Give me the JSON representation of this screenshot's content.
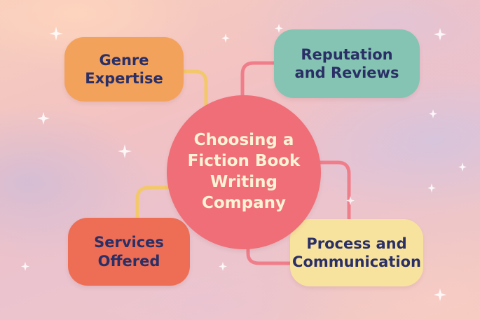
{
  "diagram": {
    "center": {
      "label": "Choosing a\nFiction Book\nWriting\nCompany"
    },
    "nodes": [
      {
        "id": "genre",
        "label": "Genre\nExpertise"
      },
      {
        "id": "reputation",
        "label": "Reputation\nand Reviews"
      },
      {
        "id": "services",
        "label": "Services\nOffered"
      },
      {
        "id": "process",
        "label": "Process and\nCommunication"
      }
    ]
  },
  "colors": {
    "center_fill": "#ef6e77",
    "center_text": "#fff3d6",
    "genre_fill": "#f3a25c",
    "reputation_fill": "#85c4b2",
    "services_fill": "#ee6e55",
    "process_fill": "#f8e39e",
    "box_text": "#2a2f66",
    "connector_pink": "#f07e8a",
    "connector_yellow": "#f3c86a"
  }
}
